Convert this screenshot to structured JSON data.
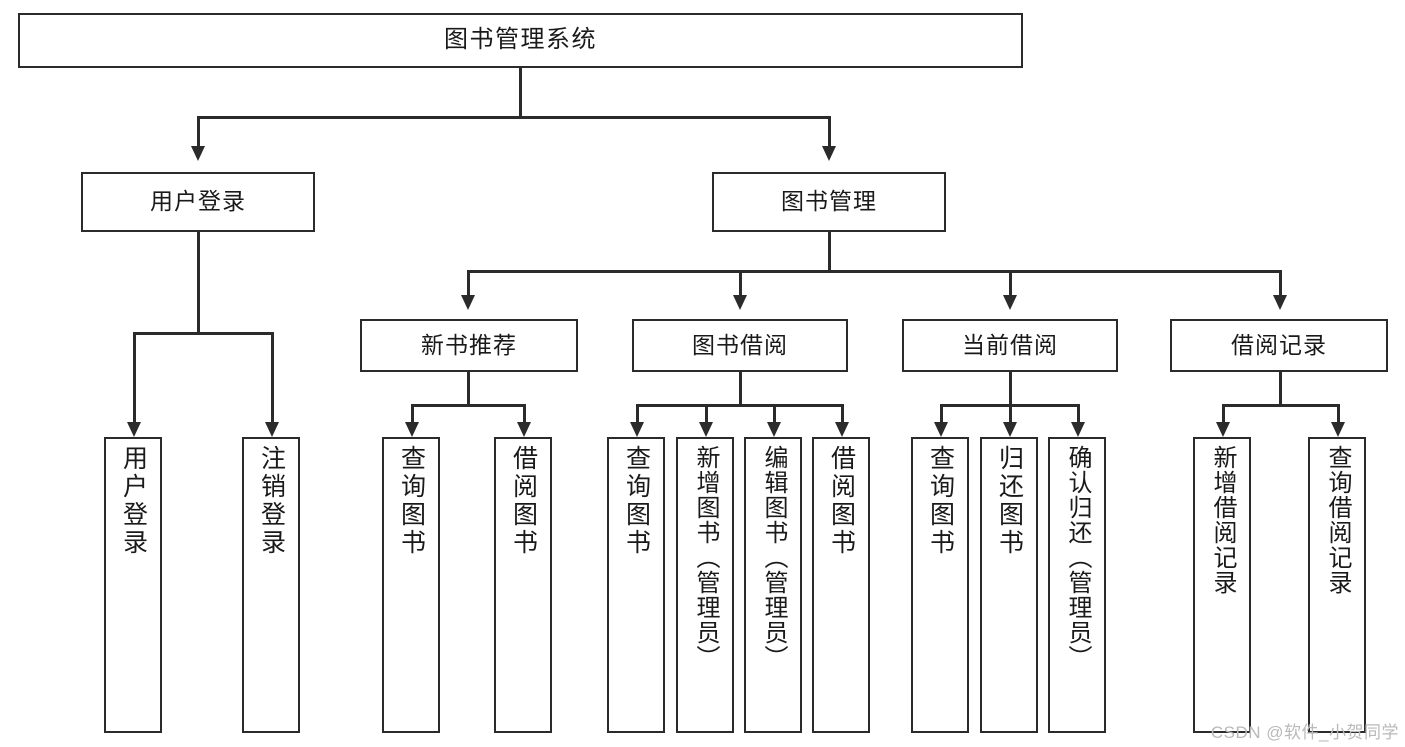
{
  "diagram": {
    "type": "tree-hierarchy",
    "root": {
      "label": "图书管理系统"
    },
    "tier2": [
      {
        "label": "用户登录"
      },
      {
        "label": "图书管理"
      }
    ],
    "tier3": [
      {
        "label": "新书推荐"
      },
      {
        "label": "图书借阅"
      },
      {
        "label": "当前借阅"
      },
      {
        "label": "借阅记录"
      }
    ],
    "leaves": {
      "user_login": [
        {
          "label": "用户登录"
        },
        {
          "label": "注销登录"
        }
      ],
      "new_book_recommend": [
        {
          "label": "查询图书"
        },
        {
          "label": "借阅图书"
        }
      ],
      "book_borrow": [
        {
          "label": "查询图书"
        },
        {
          "label": "新增图书（管理员）"
        },
        {
          "label": "编辑图书（管理员）"
        },
        {
          "label": "借阅图书"
        }
      ],
      "current_borrow": [
        {
          "label": "查询图书"
        },
        {
          "label": "归还图书"
        },
        {
          "label": "确认归还（管理员）"
        }
      ],
      "borrow_record": [
        {
          "label": "新增借阅记录"
        },
        {
          "label": "查询借阅记录"
        }
      ]
    }
  },
  "watermark": {
    "text": "CSDN @软件_小贺同学"
  },
  "colors": {
    "stroke": "#2b2b2b",
    "fill": "#ffffff",
    "text": "#1a1a1a",
    "watermark": "#b9b9b9"
  }
}
